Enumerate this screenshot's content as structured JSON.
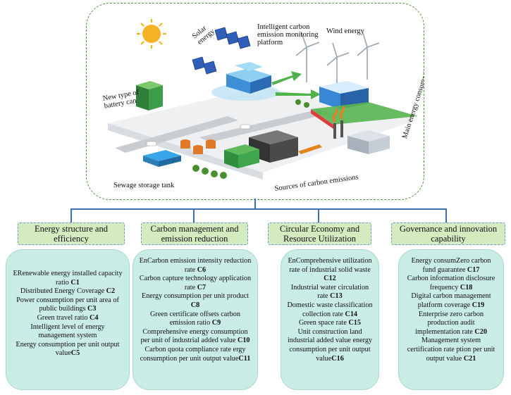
{
  "scene": {
    "labels": {
      "solar": "Solar energy",
      "platform": "Intelligent carbon emission monitoring platform",
      "wind": "Wind energy",
      "battery": "New type of battery can",
      "main_consumption": "Main energy consumption",
      "sewage": "Sewage storage tank",
      "carbon_sources": "Sources of carbon emissions"
    }
  },
  "categories": [
    {
      "title": "Energy structure and efficiency",
      "items": [
        {
          "text": "ERenewable energy installed capacity ratio ",
          "code": "C1"
        },
        {
          "text": "Distributed Energy Coverage ",
          "code": "C2"
        },
        {
          "text": "Power consumption per unit area of public buildings ",
          "code": "C3"
        },
        {
          "text": "Green travel ratio ",
          "code": "C4"
        },
        {
          "text": "Intelligent level of energy management system",
          "code": ""
        },
        {
          "text": "Energy consumption per unit output value",
          "code": "C5"
        }
      ]
    },
    {
      "title": "Carbon management and emission reduction",
      "items": [
        {
          "text": "EnCarbon emission intensity reduction rate ",
          "code": "C6"
        },
        {
          "text": "Carbon capture technology application rate ",
          "code": "C7"
        },
        {
          "text": "Energy consumption per unit product ",
          "code": "C8"
        },
        {
          "text": "Green certificate offsets carbon emission ratio ",
          "code": "C9"
        },
        {
          "text": "Comprehensive energy consumption per unit of industrial added value ",
          "code": "C10"
        },
        {
          "text": "Carbon quota compliance rate ergy consumption per unit output value",
          "code": "C11"
        }
      ]
    },
    {
      "title": "Circular Economy and Resource Utilization",
      "items": [
        {
          "text": "EnComprehensive utilization rate of industrial solid waste ",
          "code": "C12"
        },
        {
          "text": "Industrial water circulation rate ",
          "code": "C13"
        },
        {
          "text": "Domestic waste classification collection rate ",
          "code": "C14"
        },
        {
          "text": "Green space rate ",
          "code": "C15"
        },
        {
          "text": "Unit construction land industrial added value energy consumption per unit output value",
          "code": "C16"
        }
      ]
    },
    {
      "title": "Governance and innovation capability",
      "items": [
        {
          "text": "Energy consumZero carbon fund guarantee ",
          "code": "C17"
        },
        {
          "text": "Carbon information disclosure frequency ",
          "code": "C18"
        },
        {
          "text": "Digital carbon management platform coverage ",
          "code": "C19"
        },
        {
          "text": "Enterprise zero carbon production audit implementation rate ",
          "code": "C20"
        },
        {
          "text": "Management system certification rate ption per unit output value ",
          "code": "C21"
        }
      ]
    }
  ]
}
